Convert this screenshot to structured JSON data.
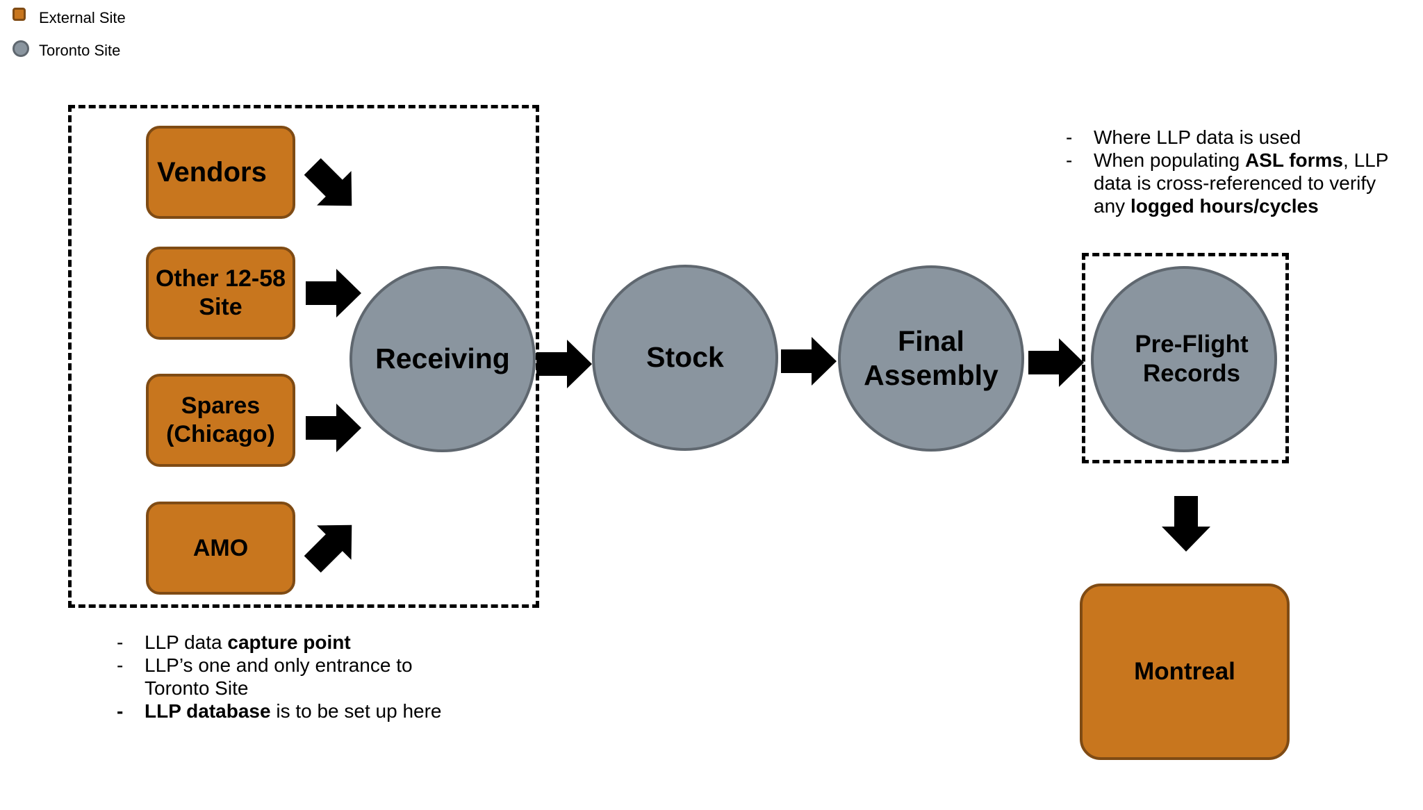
{
  "legend": {
    "external_label": "External Site",
    "toronto_label": "Toronto Site",
    "external_color": "#c8761e",
    "toronto_color": "#8a959f"
  },
  "external_sites": {
    "vendors": "Vendors",
    "other_site_line1": "Other 12-58",
    "other_site_line2": "Site",
    "spares_line1": "Spares",
    "spares_line2": "(Chicago)",
    "amo": "AMO",
    "montreal": "Montreal"
  },
  "toronto_sites": {
    "receiving": "Receiving",
    "stock": "Stock",
    "final_assembly_line1": "Final",
    "final_assembly_line2": "Assembly",
    "preflight_line1": "Pre-Flight",
    "preflight_line2": "Records"
  },
  "receiving_notes": {
    "dash": "-",
    "n1_pre": "LLP data ",
    "n1_bold": "capture point",
    "n2_line1": "LLP’s one and only entrance to",
    "n2_line2": "Toronto Site",
    "n3_bold": "LLP database",
    "n3_post": " is to be set up here"
  },
  "preflight_notes": {
    "dash": "-",
    "n1": "Where LLP data is used",
    "n2_pre": "When populating ",
    "n2_bold": "ASL forms",
    "n2_post": ", LLP",
    "n2_line2": "data is cross-referenced to verify",
    "n2_line3_pre": "any ",
    "n2_line3_bold": "logged hours/cycles"
  }
}
